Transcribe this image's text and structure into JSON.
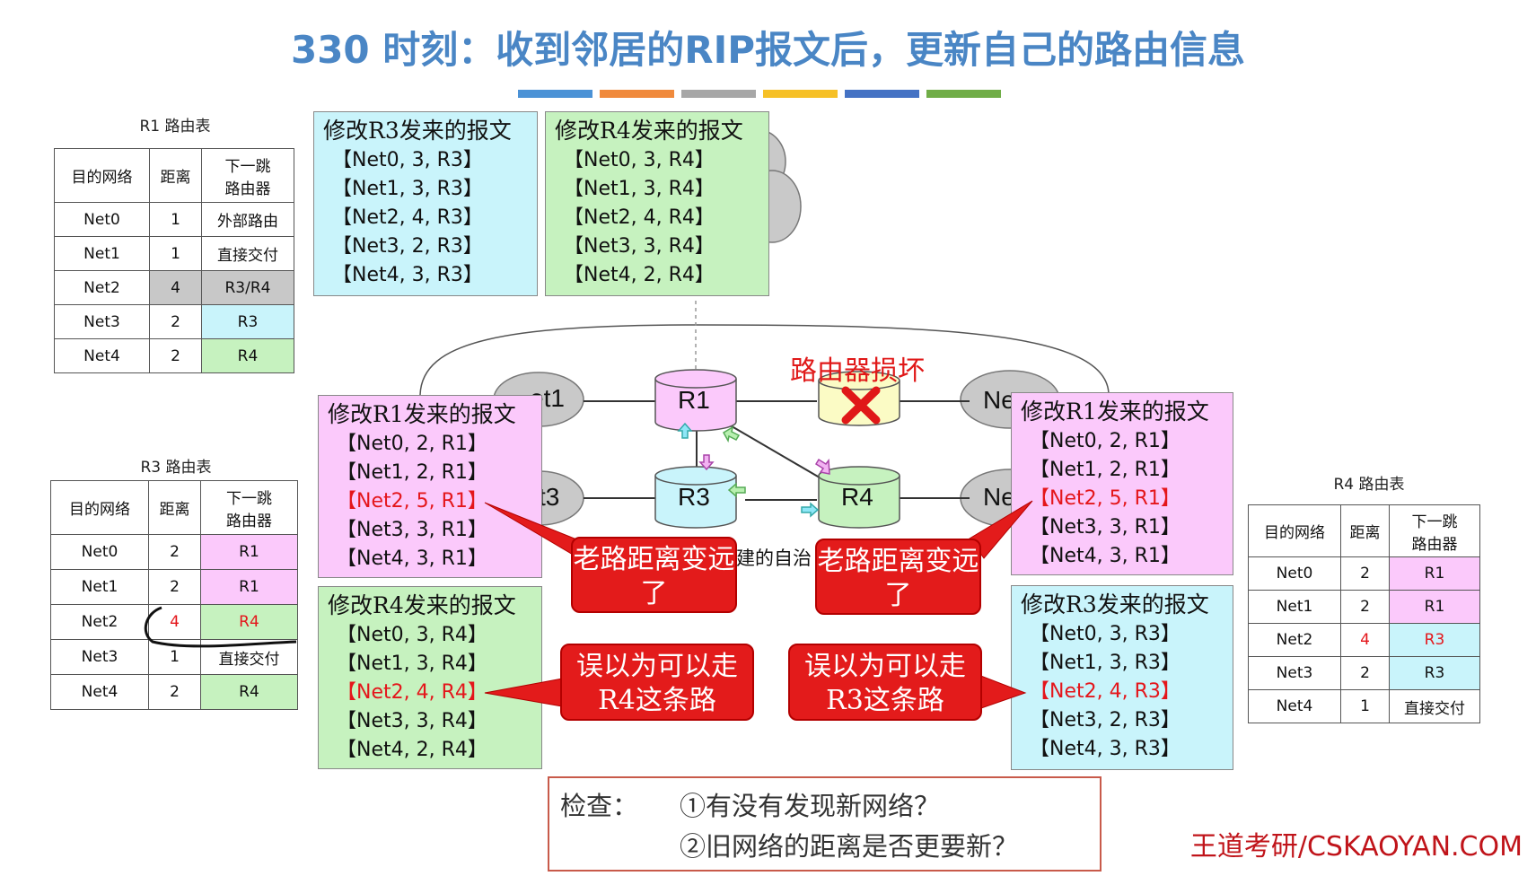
{
  "title": "330 时刻：收到邻居的RIP报文后，更新自己的路由信息",
  "bar_colors": [
    "#4b92d6",
    "#f08a3c",
    "#a7a7a7",
    "#f6c026",
    "#4472c4",
    "#70ad47"
  ],
  "headers": [
    "目的网络",
    "距离",
    "下一跳",
    "路由器"
  ],
  "r1": {
    "caption": "R1 路由表",
    "rows": [
      {
        "net": "Net0",
        "dist": "1",
        "hop": "外部路由"
      },
      {
        "net": "Net1",
        "dist": "1",
        "hop": "直接交付"
      },
      {
        "net": "Net2",
        "dist": "4",
        "hop": "R3/R4"
      },
      {
        "net": "Net3",
        "dist": "2",
        "hop": "R3"
      },
      {
        "net": "Net4",
        "dist": "2",
        "hop": "R4"
      }
    ]
  },
  "r3": {
    "caption": "R3 路由表",
    "rows": [
      {
        "net": "Net0",
        "dist": "2",
        "hop": "R1"
      },
      {
        "net": "Net1",
        "dist": "2",
        "hop": "R1"
      },
      {
        "net": "Net2",
        "dist": "4",
        "hop": "R4"
      },
      {
        "net": "Net3",
        "dist": "1",
        "hop": "直接交付"
      },
      {
        "net": "Net4",
        "dist": "2",
        "hop": "R4"
      }
    ]
  },
  "r4": {
    "caption": "R4 路由表",
    "rows": [
      {
        "net": "Net0",
        "dist": "2",
        "hop": "R1"
      },
      {
        "net": "Net1",
        "dist": "2",
        "hop": "R1"
      },
      {
        "net": "Net2",
        "dist": "4",
        "hop": "R3"
      },
      {
        "net": "Net3",
        "dist": "2",
        "hop": "R3"
      },
      {
        "net": "Net4",
        "dist": "1",
        "hop": "直接交付"
      }
    ]
  },
  "msg_top_r3": {
    "title": "修改R3发来的报文",
    "lines": [
      "【Net0, 3, R3】",
      "【Net1, 3, R3】",
      "【Net2, 4, R3】",
      "【Net3, 2, R3】",
      "【Net4, 3, R3】"
    ]
  },
  "msg_top_r4": {
    "title": "修改R4发来的报文",
    "lines": [
      "【Net0, 3, R4】",
      "【Net1, 3, R4】",
      "【Net2, 4, R4】",
      "【Net3, 3, R4】",
      "【Net4, 2, R4】"
    ]
  },
  "msg_left_r1": {
    "title": "修改R1发来的报文",
    "lines": [
      "【Net0, 2, R1】",
      "【Net1, 2, R1】",
      "【Net2, 5, R1】",
      "【Net3, 3, R1】",
      "【Net4, 3, R1】"
    ]
  },
  "msg_left_r4": {
    "title": "修改R4发来的报文",
    "lines": [
      "【Net0, 3, R4】",
      "【Net1, 3, R4】",
      "【Net2, 4, R4】",
      "【Net3, 3, R4】",
      "【Net4, 2, R4】"
    ]
  },
  "msg_right_r1": {
    "title": "修改R1发来的报文",
    "lines": [
      "【Net0, 2, R1】",
      "【Net1, 2, R1】",
      "【Net2, 5, R1】",
      "【Net3, 3, R1】",
      "【Net4, 3, R1】"
    ]
  },
  "msg_right_r3": {
    "title": "修改R3发来的报文",
    "lines": [
      "【Net0, 3, R3】",
      "【Net1, 3, R3】",
      "【Net2, 4, R3】",
      "【Net3, 2, R3】",
      "【Net4, 3, R3】"
    ]
  },
  "callouts": {
    "far1": "老路距离变远了",
    "far2": "老路距离变远了",
    "r4path": "误以为可以走R4这条路",
    "r3path": "误以为可以走R3这条路"
  },
  "network": {
    "r1": "R1",
    "r3": "R3",
    "r4": "R4",
    "broken": "路由器损坏",
    "net1_partial": "et1",
    "net3_partial": "t3",
    "ne_top_partial": "Ne",
    "ne_mid_partial": "Ne",
    "as_partial": "建的自治"
  },
  "check": {
    "label": "检查：",
    "q1": "①有没有发现新网络？",
    "q2": "②旧网络的距离是否更要新？"
  },
  "brand": "王道考研/CSKAOYAN.COM"
}
